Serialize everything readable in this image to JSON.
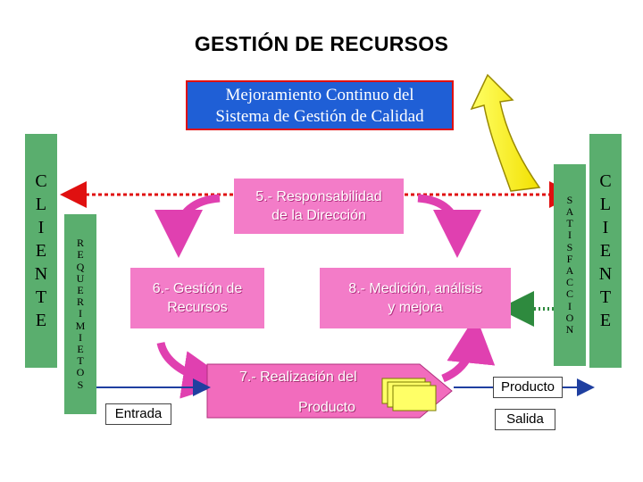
{
  "title": "GESTIÓN DE RECURSOS",
  "improvement": {
    "line1": "Mejoramiento Continuo del",
    "line2": "Sistema de Gestión de Calidad"
  },
  "client_left": [
    "C",
    "L",
    "I",
    "E",
    "N",
    "T",
    "E"
  ],
  "client_right": [
    "C",
    "L",
    "I",
    "E",
    "N",
    "T",
    "E"
  ],
  "requirements": [
    "R",
    "E",
    "Q",
    "U",
    "E",
    "R",
    "I",
    "M",
    "I",
    "E",
    "T",
    "O",
    "S"
  ],
  "satisfaction": [
    "S",
    "A",
    "T",
    "I",
    "S",
    "F",
    "A",
    "C",
    "C",
    "I",
    "O",
    "N"
  ],
  "process": {
    "p5": {
      "line1": "5.- Responsabilidad",
      "line2": "de la Dirección"
    },
    "p6": {
      "line1": "6.- Gestión de",
      "line2": "Recursos"
    },
    "p8": {
      "line1": "8.- Medición, análisis",
      "line2": "y mejora"
    },
    "p7": {
      "line1": "7.- Realización del",
      "line2": "Producto"
    }
  },
  "entrada": "Entrada",
  "producto": "Producto",
  "salida": "Salida",
  "colors": {
    "client_green": "#5aae6e",
    "process_pink": "#f37cc8",
    "improvement_blue": "#1f5fd6",
    "arrow_yellow": "#ffff33",
    "arrow_red": "#e01010"
  }
}
